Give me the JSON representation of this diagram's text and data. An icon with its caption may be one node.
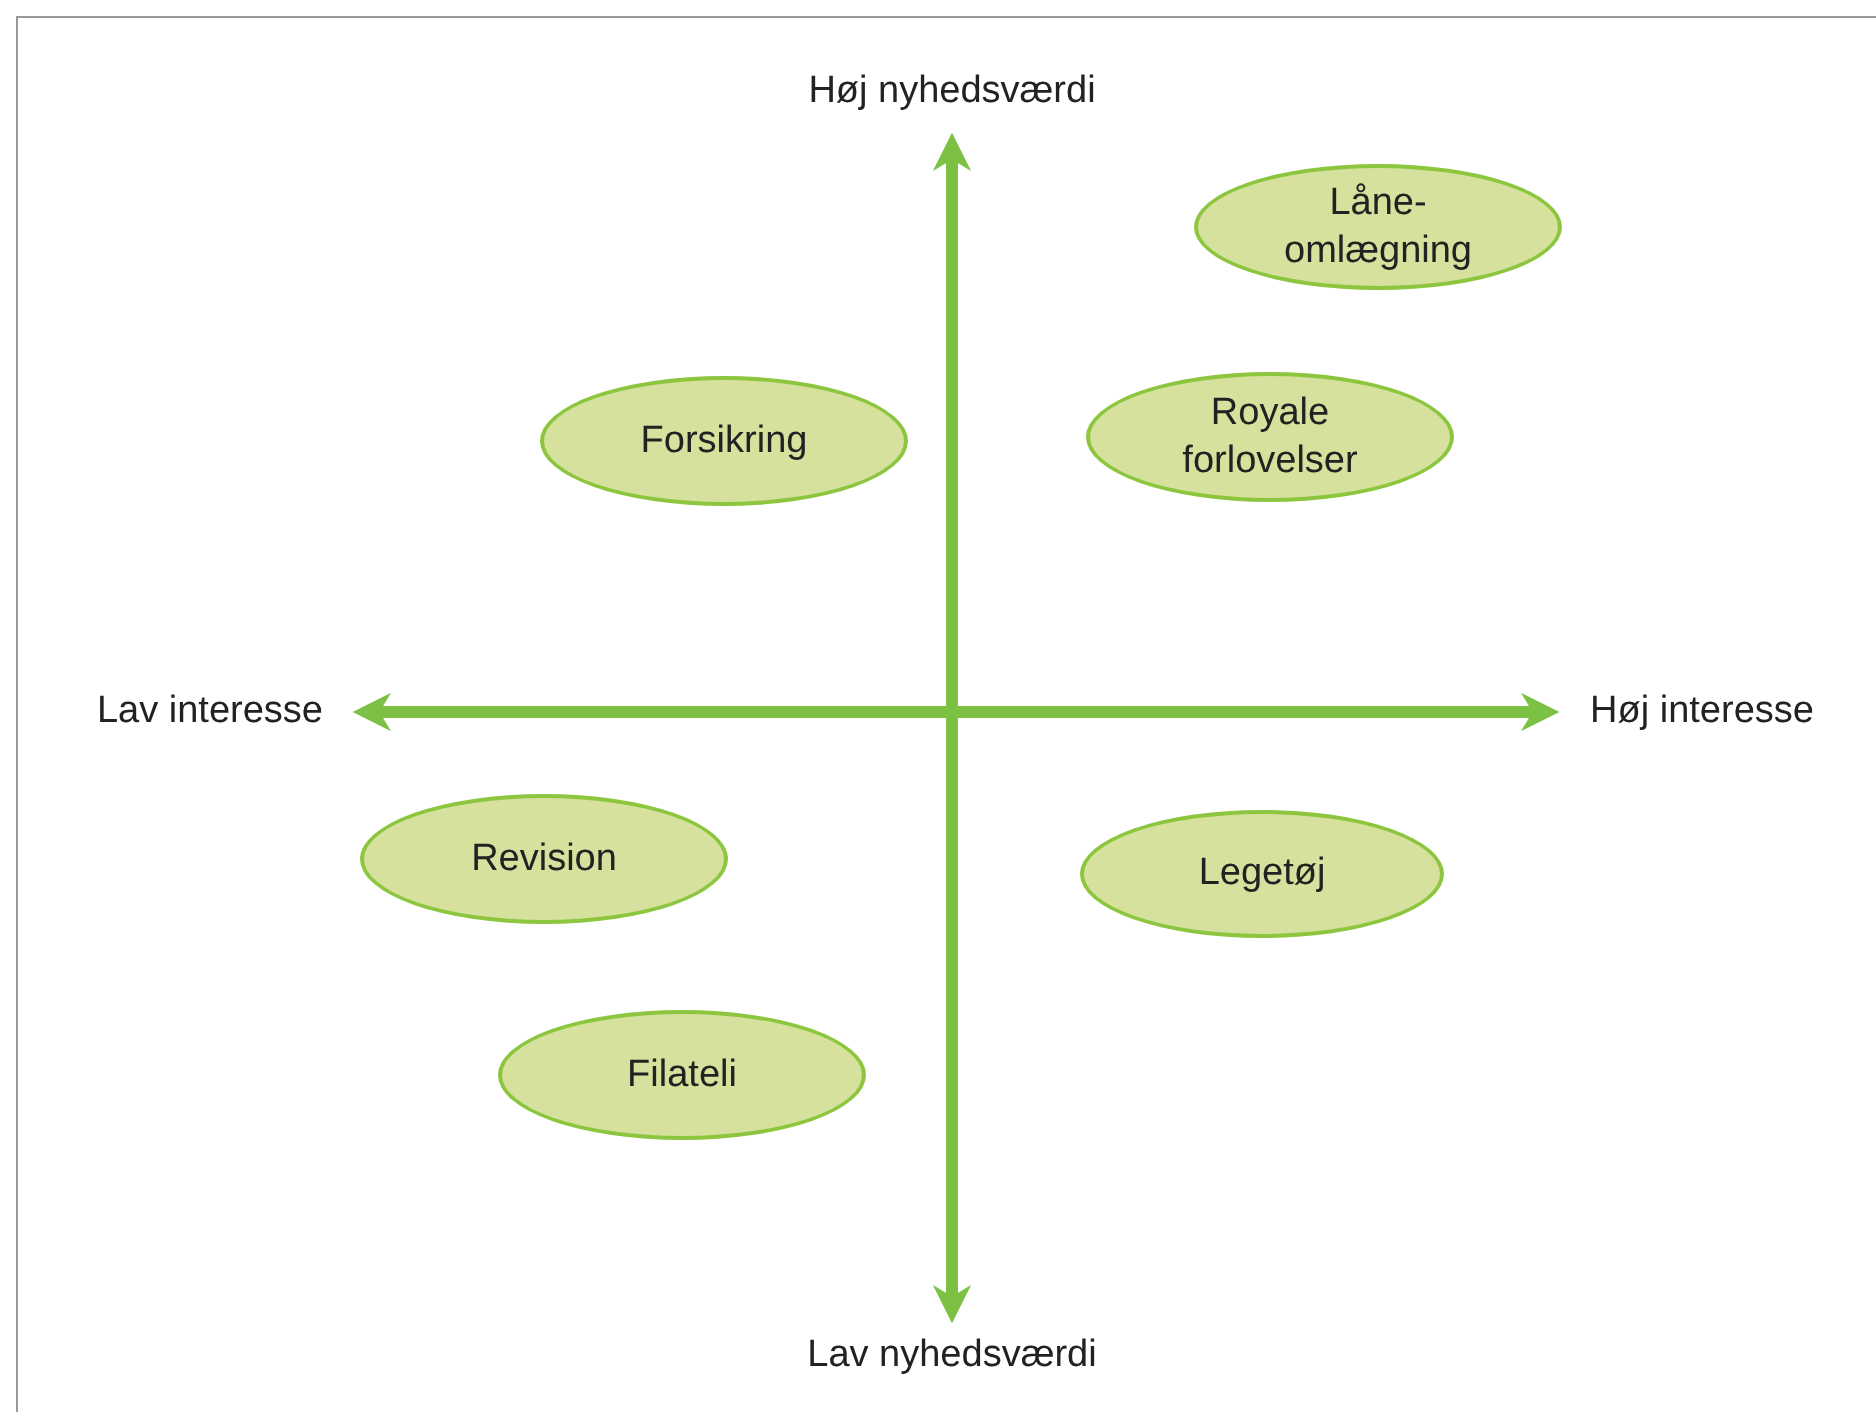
{
  "diagram": {
    "nodes": [
      {
        "text": [
          "Låne-omlægning"
        ]
      },
      {
        "text": [
          "Forsikring"
        ]
      },
      {
        "text": [
          "Royale forlovelser"
        ]
      },
      {
        "text": [
          "Revision"
        ]
      },
      {
        "text": [
          "Legetøj"
        ]
      },
      {
        "text": [
          "Filateli"
        ]
      }
    ],
    "labels": [
      "Høj nyhedsværdi",
      "Lav interesse",
      "Høj interesse",
      "Lav nyhedsværdi"
    ]
  }
}
